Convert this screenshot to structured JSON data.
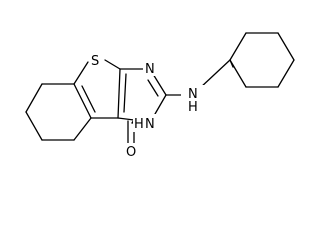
{
  "structure": {
    "atoms": {
      "S": "S",
      "N_ring_top": "N",
      "NH_amine": "N",
      "H_amine": "H",
      "NH_ring": "N",
      "H_ring": "H",
      "O": "O"
    }
  }
}
